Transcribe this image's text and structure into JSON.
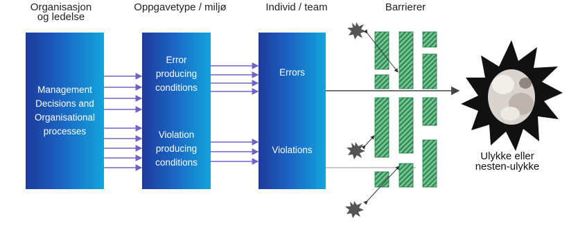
{
  "headers": {
    "col1_line1": "Organisasjon",
    "col1_line2": "og ledelse",
    "col2": "Oppgavetype / miljø",
    "col3": "Individ / team",
    "col4": "Barrierer"
  },
  "boxes": {
    "management": [
      "Management",
      "Decisions and",
      "Organisational",
      "processes"
    ],
    "error_conditions": [
      "Error",
      "producing",
      "conditions"
    ],
    "violation_conditions": [
      "Violation",
      "producing",
      "conditions"
    ],
    "errors": "Errors",
    "violations": "Violations"
  },
  "outcome": {
    "line1": "Ulykke eller",
    "line2": "nesten-ulykke"
  },
  "colors": {
    "box_dark": "#1d3a9c",
    "box_light": "#12a4dc",
    "barrier_green": "#2f9c5a",
    "arrow": "#6f63c8"
  }
}
